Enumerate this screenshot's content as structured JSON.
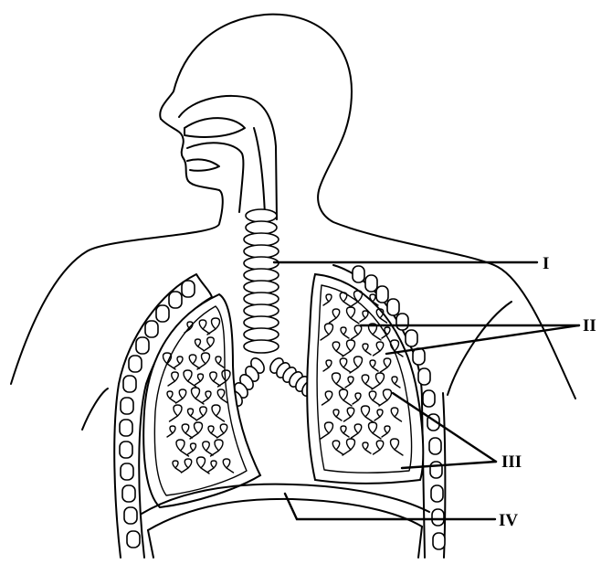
{
  "labels": {
    "l1": "I",
    "l2": "II",
    "l3": "III",
    "l4": "IV"
  },
  "colors": {
    "stroke": "#000000",
    "background": "#ffffff"
  }
}
